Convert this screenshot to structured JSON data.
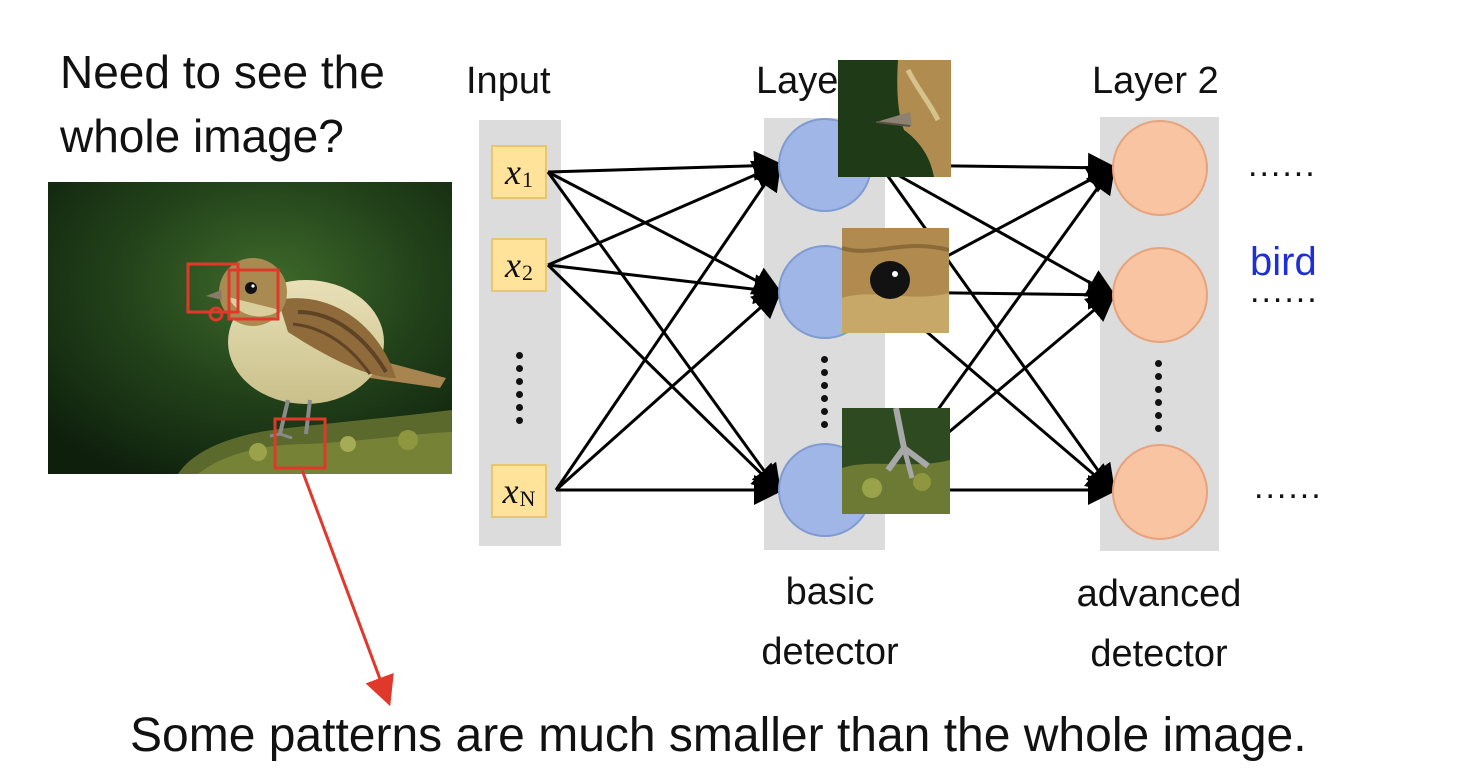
{
  "question": {
    "line1": "Need to see the",
    "line2": "whole image?"
  },
  "columns": {
    "input_title": "Input",
    "layer1_title": "Layer 1",
    "layer2_title": "Layer 2"
  },
  "inputs": [
    {
      "symbol": "x",
      "sub": "1"
    },
    {
      "symbol": "x",
      "sub": "2"
    },
    {
      "symbol": "x",
      "sub": "N"
    }
  ],
  "captions": {
    "layer1_line1": "basic",
    "layer1_line2": "detector",
    "layer2_line1": "advanced",
    "layer2_line2": "detector"
  },
  "outputs": {
    "dots_top": "......",
    "bird_label": "bird",
    "dots_mid": "......",
    "dots_bottom": "......"
  },
  "bottom_text": "Some patterns are much smaller than the whole image.",
  "colors": {
    "input_box": "#ffe39a",
    "layer1_node": "#9fb6e6",
    "layer2_node": "#f8c4a2",
    "column_bg": "#dcdcdc",
    "highlight": "#e0392b",
    "bird_label": "#1f2fd8"
  }
}
